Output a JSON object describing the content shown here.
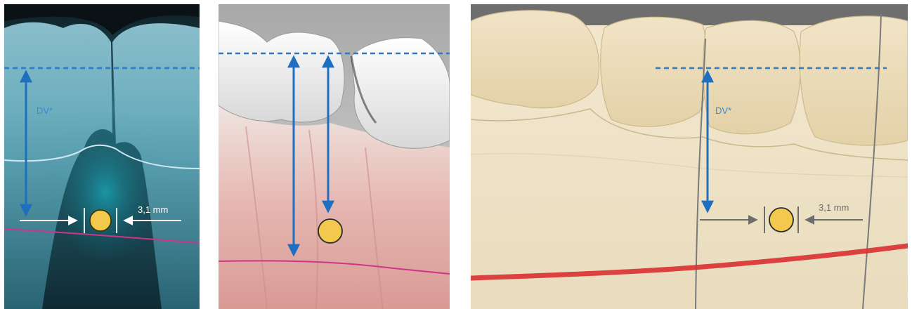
{
  "panels": [
    {
      "id": "xray",
      "label": "DV*",
      "measurement": "3,1 mm"
    },
    {
      "id": "model-3d",
      "label": "",
      "measurement": ""
    },
    {
      "id": "cast",
      "label": "DV*",
      "measurement": "3,1 mm"
    }
  ],
  "colors": {
    "dashed_line": "#2a78c8",
    "arrow_blue": "#1f6fc0",
    "implant_fill": "#f2c94c",
    "nerve_magenta": "#d0348a",
    "nerve_red": "#d93030",
    "xray_bg": "#1f4c5a",
    "gum_pink": "#e8b8b4",
    "cast_beige": "#efe2c6"
  }
}
